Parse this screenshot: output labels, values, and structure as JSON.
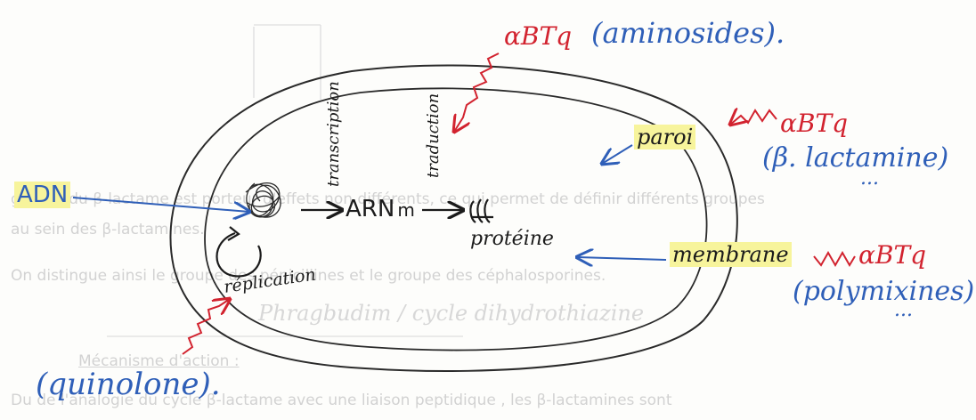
{
  "background_page": {
    "line1": "groupe  du β-lactame est porteur d'effets non différents, ce qui permet de définir différents groupes",
    "line2": "au sein des β-lactamines.",
    "line3": "On distingue ainsi le groupe des pénicillines et le groupe des céphalosporines.",
    "pencil_note": "Phragbudim / cycle dihydrothiazine",
    "heading": "Mécanisme d'action :",
    "line4": "Du    de l'analogie du cycle β-lactame avec une liaison peptidique , les β-lactamines sont"
  },
  "labels": {
    "adn": "ADN",
    "arn": "ARN",
    "arn_sub": "m",
    "proteine": "protéine",
    "replication": "réplication",
    "transcription": "transcription",
    "traduction": "traduction",
    "paroi": "paroi",
    "membrane": "membrane"
  },
  "antibiotics": {
    "abtq": "αBTq",
    "aminosides": "(aminosides).",
    "beta_lactamine": "(β. lactamine)",
    "beta_dots": "...",
    "polymixines": "(polymixines)",
    "poly_dots": "...",
    "quinolone": "(quinolone)."
  },
  "colors": {
    "ink_black": "#1b1b1b",
    "ink_blue": "#2f5fb8",
    "ink_red": "#d2232f",
    "highlighter": "#f7f49c",
    "faded_print": "#d2d2d2"
  }
}
